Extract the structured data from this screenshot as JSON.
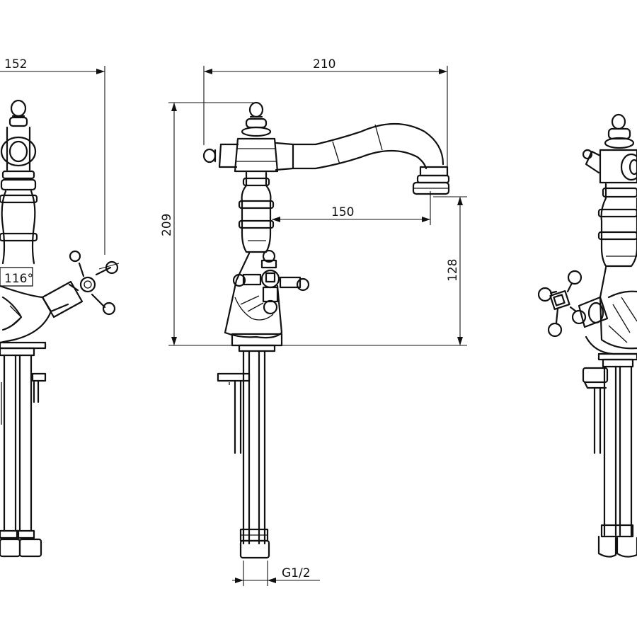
{
  "dimensions": {
    "front_width": "152",
    "overall_reach": "210",
    "spout_reach": "150",
    "overall_height": "209",
    "spout_height": "128",
    "handle_angle": "116°",
    "thread_size": "G1/2"
  },
  "colors": {
    "line": "#111111",
    "background": "#ffffff"
  }
}
